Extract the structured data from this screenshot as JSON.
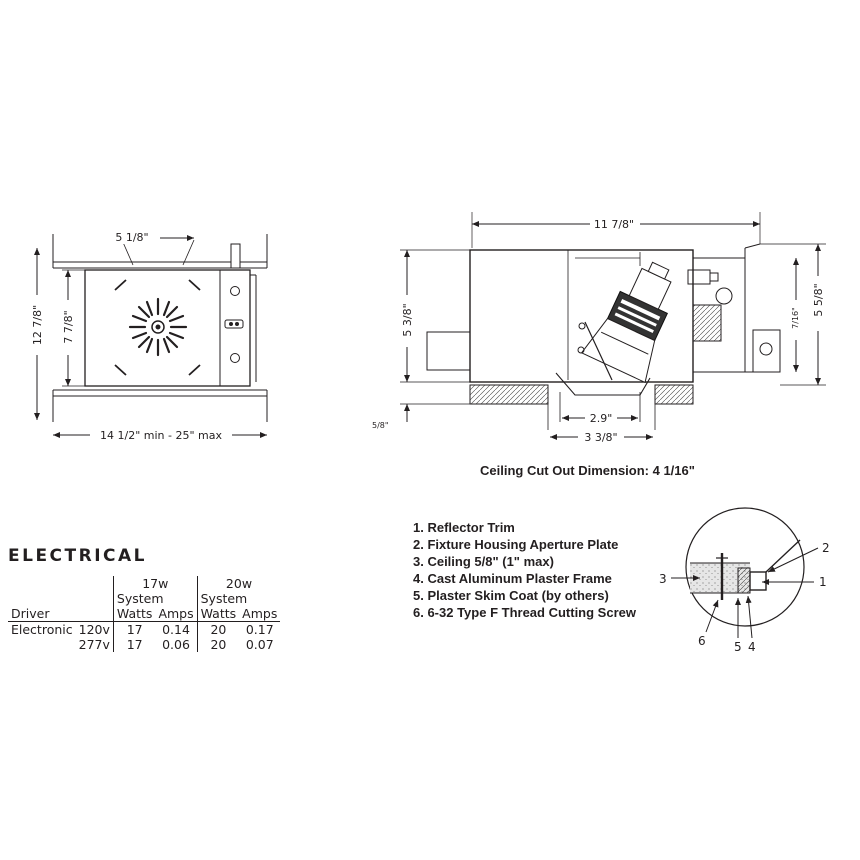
{
  "top_view": {
    "dim_width_inner": "5 1/8\"",
    "dim_height_outer": "12 7/8\"",
    "dim_height_inner": "7 7/8\"",
    "dim_width_range": "14 1/2\" min - 25\" max"
  },
  "side_view": {
    "dim_length": "11 7/8\"",
    "dim_height_main": "5 3/8\"",
    "dim_height_right_inner": "7/16\"",
    "dim_height_right_outer": "5 5/8\"",
    "dim_ceiling": "5/8\"",
    "dim_aperture": "2.9\"",
    "dim_cutout_width": "3 3/8\""
  },
  "caption": "Ceiling Cut Out Dimension: 4 1/16\"",
  "electrical": {
    "title": "ELECTRICAL",
    "group_17w": "17w",
    "group_20w": "20w",
    "system_label": "System",
    "col_driver": "Driver",
    "col_watts": "Watts",
    "col_amps": "Amps",
    "rows": [
      {
        "driver": "Electronic",
        "volt": "120v",
        "w17": "17",
        "a17": "0.14",
        "w20": "20",
        "a20": "0.17"
      },
      {
        "driver": "",
        "volt": "277v",
        "w17": "17",
        "a17": "0.06",
        "w20": "20",
        "a20": "0.07"
      }
    ]
  },
  "parts": [
    "1. Reflector Trim",
    "2. Fixture Housing Aperture Plate",
    "3. Ceiling 5/8\" (1\" max)",
    "4. Cast Aluminum Plaster Frame",
    "5. Plaster Skim Coat (by others)",
    "6. 6-32 Type F Thread Cutting Screw"
  ],
  "detail_callouts": [
    "1",
    "2",
    "3",
    "4",
    "5",
    "6"
  ]
}
